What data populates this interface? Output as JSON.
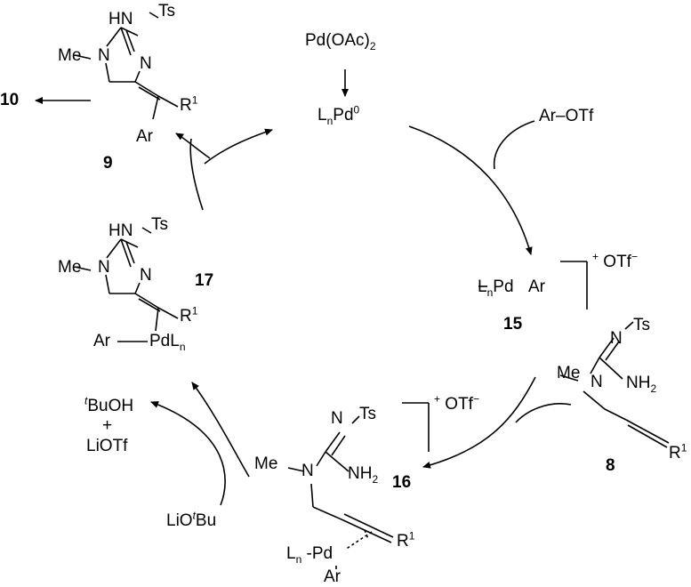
{
  "catalyst": {
    "precursor": "Pd(OAc)2",
    "pd0": "LnPd0"
  },
  "reagents": {
    "aryl_triflate": "Ar–OTf",
    "base": "LiOtBu",
    "byproduct_1": "tBuOH",
    "byproduct_plus": "+",
    "byproduct_2": "LiOTf"
  },
  "compounds": {
    "c10": "10",
    "c9": "9",
    "c17": "17",
    "c15": "15",
    "c8": "8",
    "c16": "16"
  },
  "labels": {
    "ts": "Ts",
    "hn": "HN",
    "me": "Me",
    "n": "N",
    "nh2": "NH2",
    "r1": "R1",
    "ar": "Ar",
    "pdln": "PdLn",
    "lnpd_ar": "LnPd – Ar",
    "charge": "+ OTf−",
    "ln_pd": "Ln -Pd"
  }
}
